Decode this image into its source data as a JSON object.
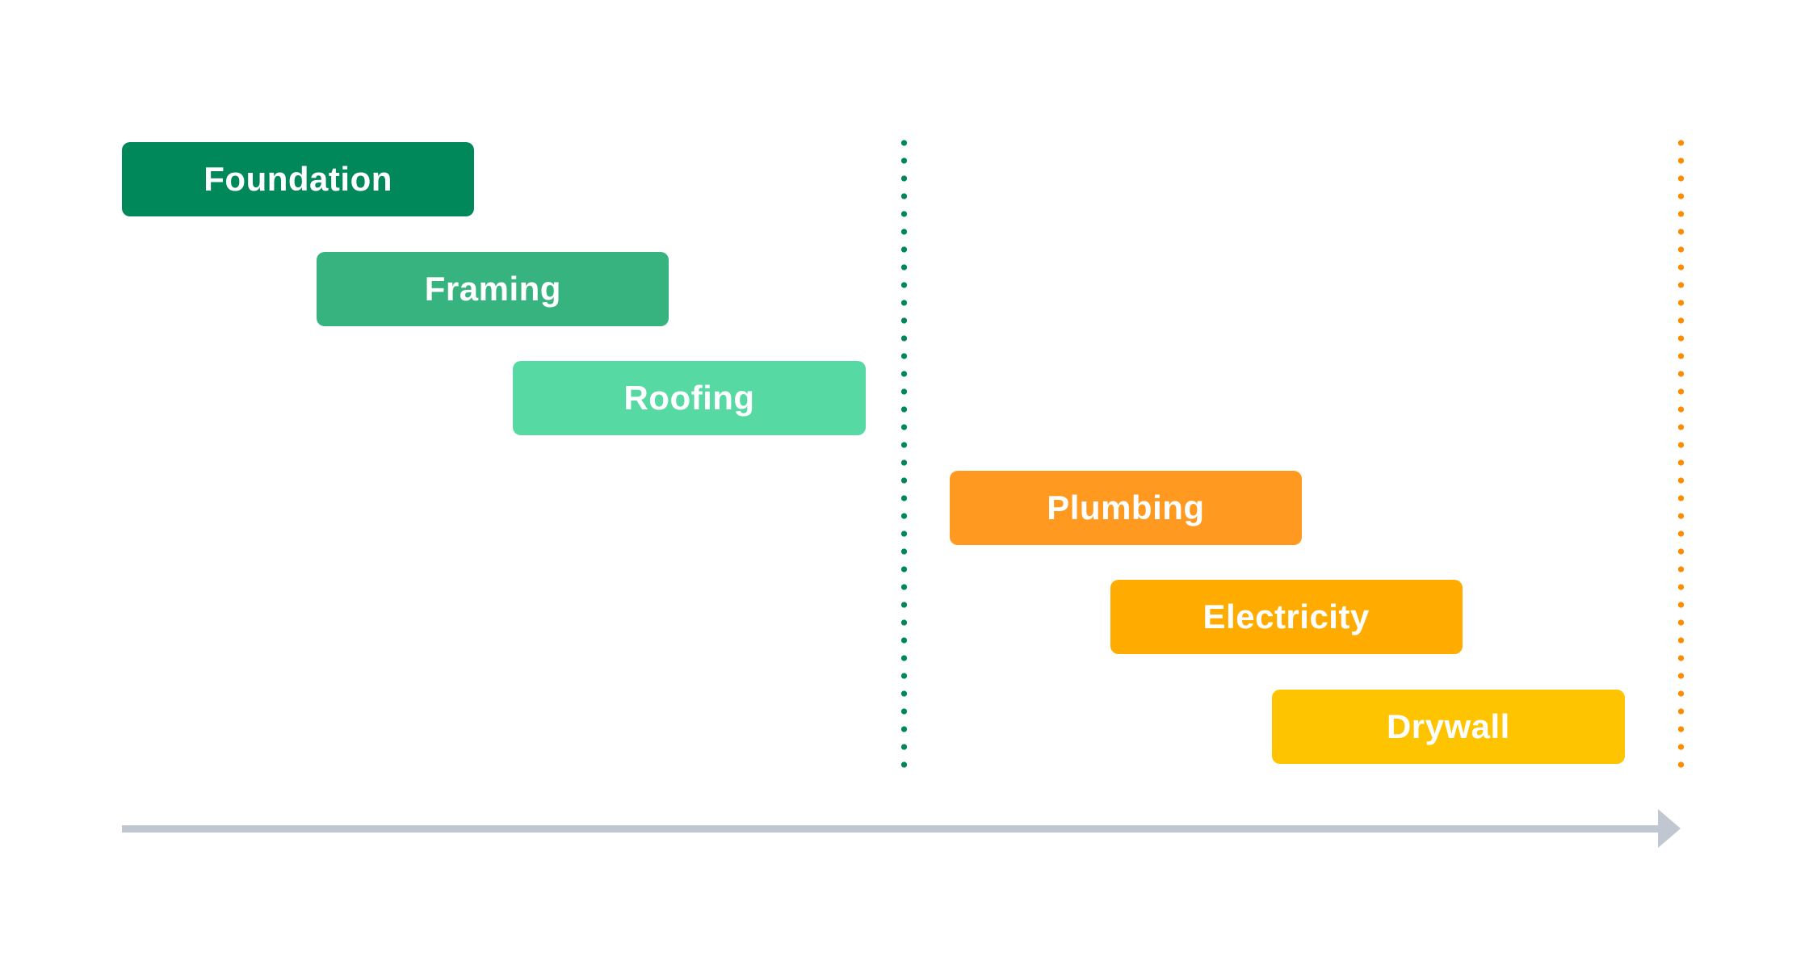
{
  "page": {
    "background_color": "#FFFFFF",
    "description": "Construction project phase timeline (Gantt-style diagram)"
  },
  "chart_data": {
    "type": "bar",
    "subtype": "gantt-timeline",
    "title": "",
    "xlabel": "",
    "ylabel": "",
    "grid": false,
    "legend": false,
    "axis": {
      "kind": "horizontal-arrow",
      "color": "#C1C7D0",
      "direction": "right"
    },
    "tasks": [
      {
        "name": "Foundation",
        "row": 0,
        "start_pct": 0.0,
        "end_pct": 22.6,
        "color": "#00875A",
        "text_color": "#FFFFFF"
      },
      {
        "name": "Framing",
        "row": 1,
        "start_pct": 12.5,
        "end_pct": 35.1,
        "color": "#36B37E",
        "text_color": "#FFFFFF"
      },
      {
        "name": "Roofing",
        "row": 2,
        "start_pct": 25.1,
        "end_pct": 47.7,
        "color": "#57D9A3",
        "text_color": "#FFFFFF"
      },
      {
        "name": "Plumbing",
        "row": 3,
        "start_pct": 53.1,
        "end_pct": 75.7,
        "color": "#FF991F",
        "text_color": "#FFFFFF"
      },
      {
        "name": "Electricity",
        "row": 4,
        "start_pct": 63.4,
        "end_pct": 86.0,
        "color": "#FFAB00",
        "text_color": "#FFFFFF"
      },
      {
        "name": "Drywall",
        "row": 5,
        "start_pct": 73.8,
        "end_pct": 96.4,
        "color": "#FFC400",
        "text_color": "#FFFFFF"
      }
    ],
    "milestones": [
      {
        "name": "green-dotted-milestone-line",
        "pct": 50.2,
        "color": "#00875A",
        "style": "dotted"
      },
      {
        "name": "orange-dotted-milestone-line",
        "pct": 100.0,
        "color": "#FF8B00",
        "style": "dotted"
      }
    ]
  }
}
